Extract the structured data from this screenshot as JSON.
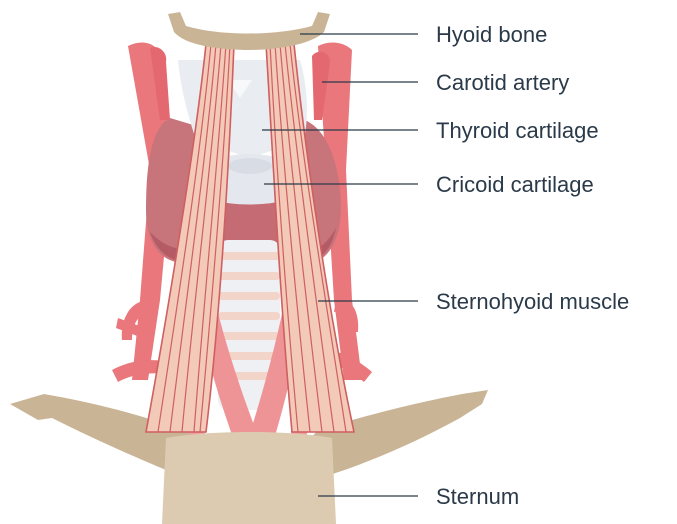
{
  "diagram": {
    "labels": [
      {
        "id": "hyoid",
        "text": "Hyoid bone"
      },
      {
        "id": "carotid",
        "text": "Carotid artery"
      },
      {
        "id": "thyroid",
        "text": "Thyroid cartilage"
      },
      {
        "id": "cricoid",
        "text": "Cricoid cartilage"
      },
      {
        "id": "sternohyoid",
        "text": "Sternohyoid muscle"
      },
      {
        "id": "sternum",
        "text": "Sternum"
      }
    ],
    "colors": {
      "bone": "#c9b596",
      "sternum_body": "#dccbb0",
      "artery": "#e9777b",
      "artery_dark": "#d65f66",
      "gland": "#c8747b",
      "gland_dark": "#b55b66",
      "cartilage": "#e9edf2",
      "trachea_ring": "#f2d4c8",
      "muscle_fill": "#f3c9b8",
      "muscle_line": "#cf5f60",
      "deep_muscle": "#ee9496",
      "text": "#2b3a49"
    }
  }
}
